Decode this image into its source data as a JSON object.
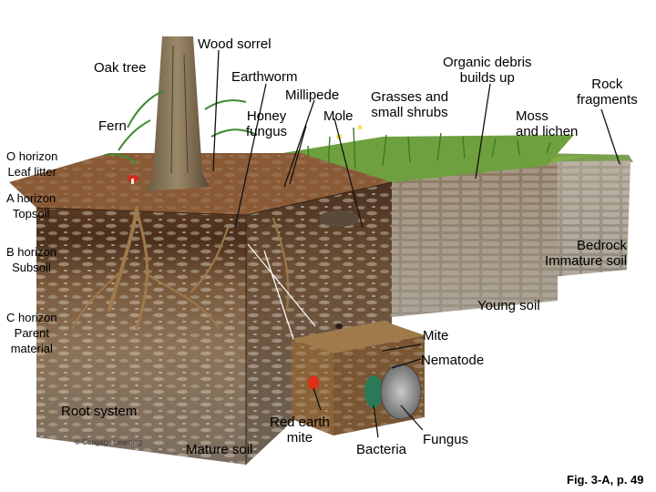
{
  "labels": {
    "oak_tree": "Oak tree",
    "wood_sorrel": "Wood sorrel",
    "earthworm": "Earthworm",
    "millipede": "Millipede",
    "honey_fungus": "Honey\nfungus",
    "mole": "Mole",
    "fern": "Fern",
    "organic_debris": "Organic debris\nbuilds up",
    "grasses": "Grasses and\nsmall shrubs",
    "rock_fragments": "Rock\nfragments",
    "moss_lichen": "Moss\nand lichen",
    "o_horizon": "O horizon\nLeaf litter",
    "a_horizon": "A horizon\nTopsoil",
    "b_horizon": "B horizon\nSubsoil",
    "c_horizon": "C horizon\nParent\nmaterial",
    "bedrock": "Bedrock\nImmature soil",
    "young_soil": "Young soil",
    "mite": "Mite",
    "nematode": "Nematode",
    "root_system": "Root system",
    "red_earth_mite": "Red earth\nmite",
    "mature_soil": "Mature soil",
    "bacteria": "Bacteria",
    "fungus": "Fungus"
  },
  "credit": "© Cengage Learning",
  "figure_ref": "Fig. 3-A, p. 49"
}
